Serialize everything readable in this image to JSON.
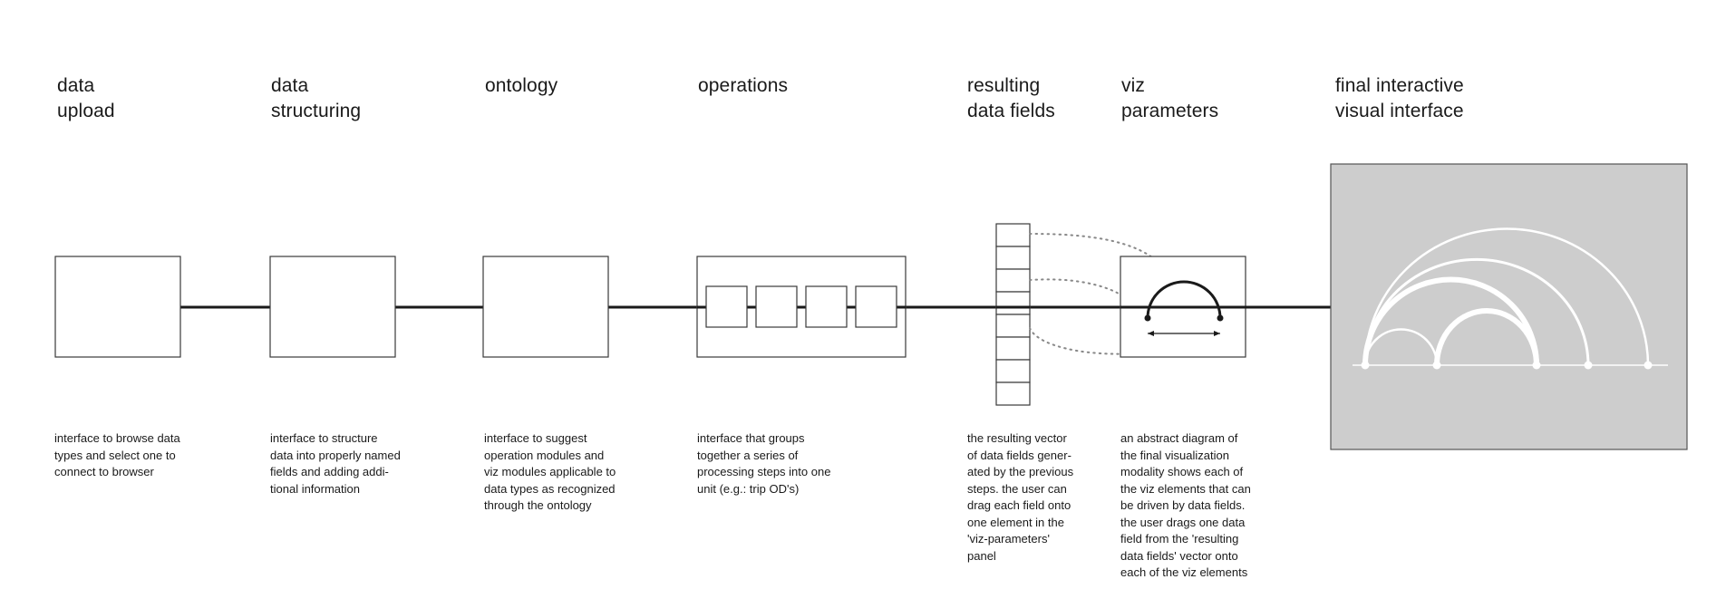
{
  "stages": [
    {
      "title": "data\nupload",
      "description": "interface to browse data\ntypes and select one to\nconnect to browser"
    },
    {
      "title": "data\nstructuring",
      "description": "interface to structure\ndata into properly named\nfields and adding addi-\ntional information"
    },
    {
      "title": "ontology",
      "description": "interface to suggest\noperation modules and\nviz modules applicable to\ndata types as recognized\nthrough the ontology"
    },
    {
      "title": "operations",
      "description": "interface that groups\ntogether a series of\nprocessing steps into one\nunit (e.g.: trip OD's)"
    },
    {
      "title": "resulting\ndata fields",
      "description": "the resulting vector\nof data fields gener-\nated by the previous\nsteps. the user can\ndrag each field onto\none element in the\n'viz-parameters'\npanel"
    },
    {
      "title": "viz\nparameters",
      "description": "an abstract diagram of\nthe final visualization\nmodality shows each of\nthe viz elements that can\nbe driven by data fields.\nthe user drags one data\nfield from the 'resulting\ndata fields' vector onto\neach of the viz elements"
    },
    {
      "title": "final interactive\nvisual interface",
      "description": ""
    }
  ],
  "colors": {
    "line": "#1a1a1a",
    "box_stroke": "#3a3a3a",
    "panel_fill": "#cdcdcd",
    "arc_stroke": "#ffffff",
    "dotted": "#888888"
  }
}
